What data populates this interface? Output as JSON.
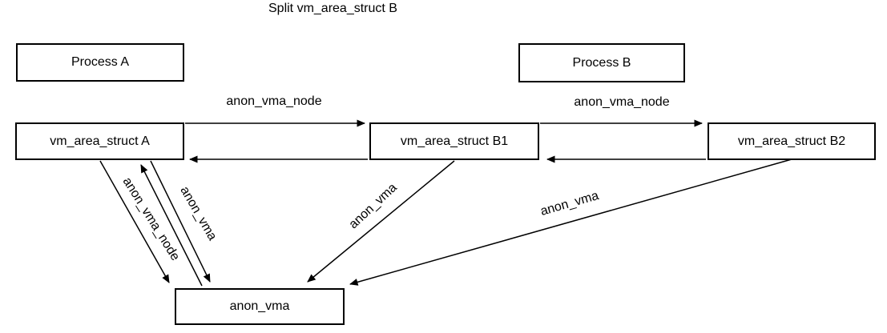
{
  "title": "Split vm_area_struct B",
  "nodes": {
    "process_a": {
      "label": "Process A"
    },
    "process_b": {
      "label": "Process B"
    },
    "vma_a": {
      "label": "vm_area_struct A"
    },
    "vma_b1": {
      "label": "vm_area_struct B1"
    },
    "vma_b2": {
      "label": "vm_area_struct B2"
    },
    "anon_vma": {
      "label": "anon_vma"
    }
  },
  "edges": {
    "list_a_b1": {
      "label": "anon_vma_node",
      "from": "vm_area_struct A",
      "to": "vm_area_struct B1",
      "style": "two horizontal arrows, one each direction"
    },
    "list_b1_b2": {
      "label": "anon_vma_node",
      "from": "vm_area_struct B1",
      "to": "vm_area_struct B2",
      "style": "two horizontal arrows, one each direction"
    },
    "a_list_down": {
      "label": "anon_vma_node",
      "from": "vm_area_struct A",
      "to": "anon_vma",
      "style": "diagonal arrow down"
    },
    "anon_up_a": {
      "label": "",
      "from": "anon_vma",
      "to": "vm_area_struct A",
      "style": "diagonal arrow up"
    },
    "a_ptr_down": {
      "label": "anon_vma",
      "from": "vm_area_struct A",
      "to": "anon_vma",
      "style": "diagonal arrow down"
    },
    "b1_ptr_down": {
      "label": "anon_vma",
      "from": "vm_area_struct B1",
      "to": "anon_vma",
      "style": "diagonal arrow down"
    },
    "b2_ptr_down": {
      "label": "anon_vma",
      "from": "vm_area_struct B2",
      "to": "anon_vma",
      "style": "diagonal arrow down"
    }
  },
  "colors": {
    "line": "#000000",
    "text": "#000000",
    "background": "#ffffff"
  }
}
